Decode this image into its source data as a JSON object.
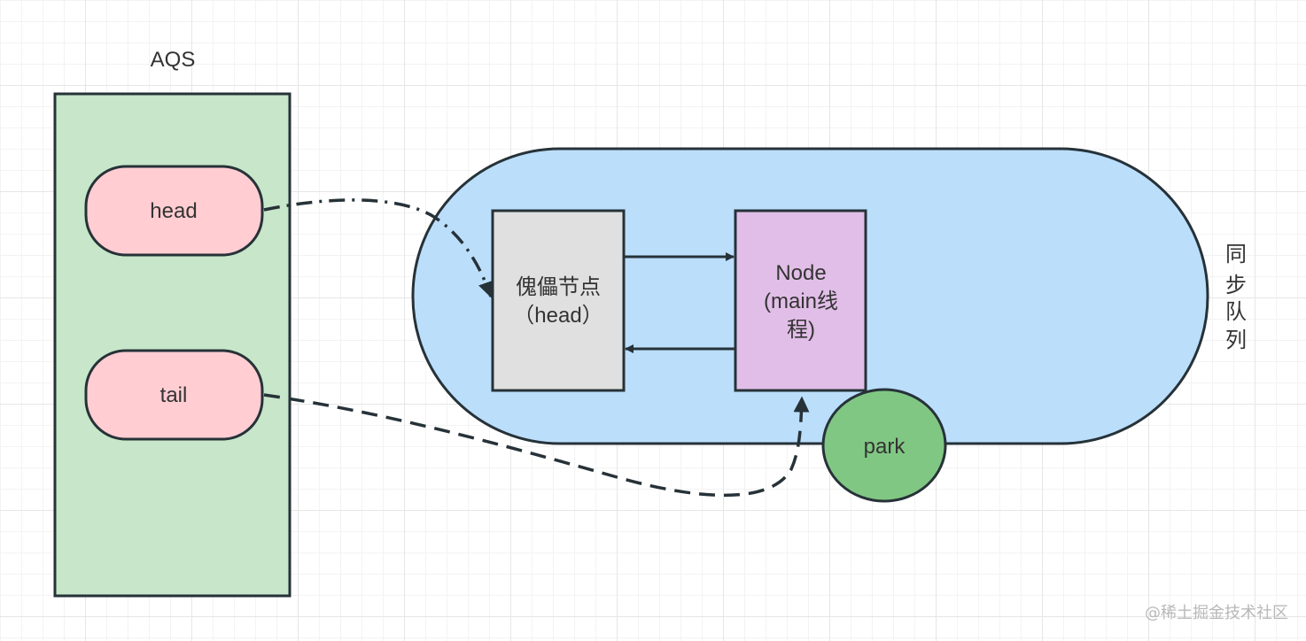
{
  "aqs": {
    "title": "AQS",
    "head_label": "head",
    "tail_label": "tail"
  },
  "sync_queue": {
    "label_chars": [
      "同",
      "步",
      "队",
      "列"
    ]
  },
  "dummy_node": {
    "line1": "傀儡节点",
    "line2": "（head）"
  },
  "main_node": {
    "line1": "Node",
    "line2": "(main线",
    "line3": "程)"
  },
  "park": {
    "label": "park"
  },
  "watermark": "@稀土掘金技术社区",
  "colors": {
    "aqs_fill": "#c8e6c9",
    "pill_fill": "#ffcdd2",
    "queue_fill": "#bbdefb",
    "dummy_fill": "#e0e0e0",
    "node_fill": "#e1bee7",
    "park_fill": "#81c784",
    "stroke": "#263238"
  }
}
